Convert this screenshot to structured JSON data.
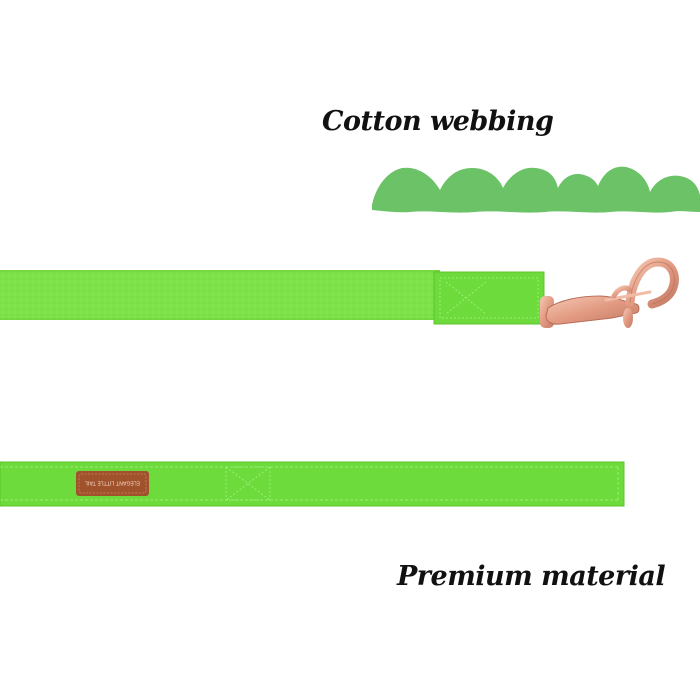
{
  "captions": {
    "top": "Cotton webbing",
    "bottom": "Premium material"
  },
  "label_tag": {
    "text": "ELEGANT LITTLE TAIL"
  },
  "colors": {
    "webbing_green": "#7ee24a",
    "coated_green": "#6edb3d",
    "blob_green": "#6cc266",
    "hardware_rose_gold": "#e6a38c",
    "tag_brown": "#a0522d",
    "caption_text": "#111111"
  }
}
